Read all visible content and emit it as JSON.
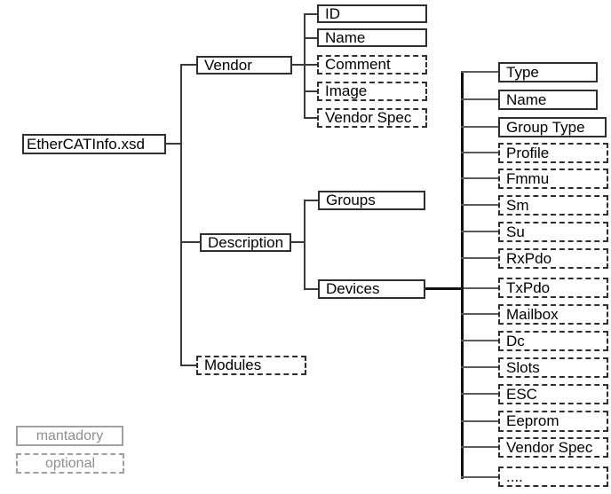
{
  "diagram": {
    "root": {
      "label": "EtherCATInfo.xsd",
      "style": "mandatory"
    },
    "level1": [
      {
        "label": "Vendor",
        "style": "mandatory"
      },
      {
        "label": "Description",
        "style": "mandatory"
      },
      {
        "label": "Modules",
        "style": "optional"
      }
    ],
    "vendor_children": [
      {
        "label": "ID",
        "style": "mandatory"
      },
      {
        "label": "Name",
        "style": "mandatory"
      },
      {
        "label": "Comment",
        "style": "optional"
      },
      {
        "label": "Image",
        "style": "optional"
      },
      {
        "label": "Vendor Spec",
        "style": "optional"
      }
    ],
    "description_children": [
      {
        "label": "Groups",
        "style": "mandatory"
      },
      {
        "label": "Devices",
        "style": "mandatory"
      }
    ],
    "device_children": [
      {
        "label": "Type",
        "style": "mandatory"
      },
      {
        "label": "Name",
        "style": "mandatory"
      },
      {
        "label": "Group Type",
        "style": "mandatory"
      },
      {
        "label": "Profile",
        "style": "optional"
      },
      {
        "label": "Fmmu",
        "style": "optional"
      },
      {
        "label": "Sm",
        "style": "optional"
      },
      {
        "label": "Su",
        "style": "optional"
      },
      {
        "label": "RxPdo",
        "style": "optional"
      },
      {
        "label": "TxPdo",
        "style": "optional"
      },
      {
        "label": "Mailbox",
        "style": "optional"
      },
      {
        "label": "Dc",
        "style": "optional"
      },
      {
        "label": "Slots",
        "style": "optional"
      },
      {
        "label": "ESC",
        "style": "optional"
      },
      {
        "label": "Eeprom",
        "style": "optional"
      },
      {
        "label": "Vendor Spec",
        "style": "optional"
      },
      {
        "label": "....",
        "style": "optional"
      }
    ],
    "legend": {
      "mandatory_label": "mantadory",
      "optional_label": "optional"
    },
    "colors": {
      "background": "#ffffff",
      "box_border": "#2f2f2f",
      "box_fill": "#ffffff",
      "text": "#000000",
      "connector_line": "#3a3a3a",
      "thick_line": "#111111",
      "thin_line": "#5a5a5a",
      "legend_border": "#a0a0a0",
      "legend_text": "#8f8f8f"
    }
  }
}
